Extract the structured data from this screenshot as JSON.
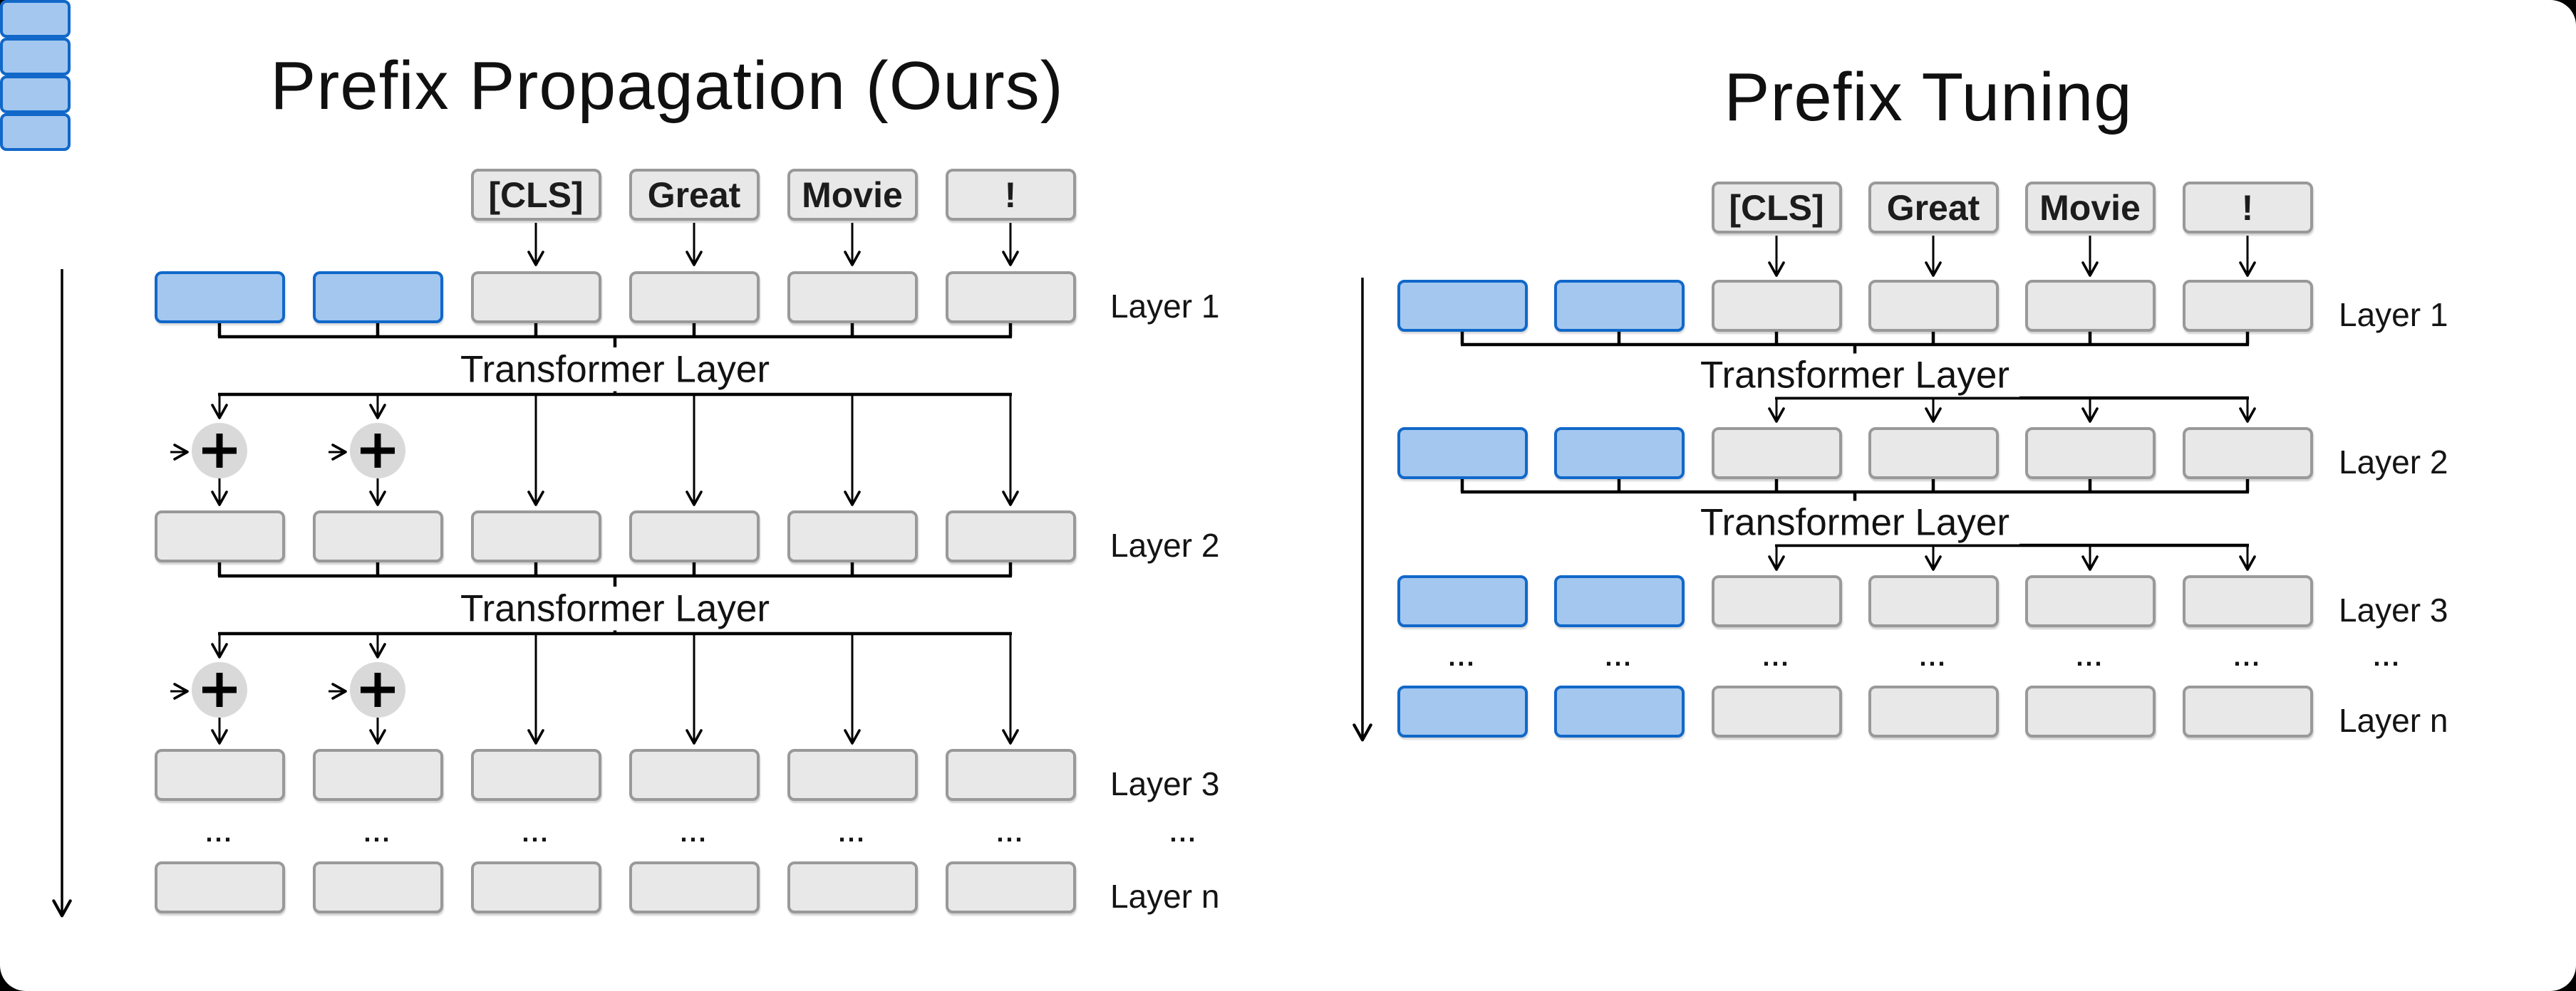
{
  "left_panel": {
    "title": "Prefix Propagation (Ours)",
    "tokens": [
      "[CLS]",
      "Great",
      "Movie",
      "!"
    ],
    "transformer_label": "Transformer Layer",
    "ellipsis": "...",
    "plus_symbol": "+",
    "num_prefix_slots": 2,
    "layers": [
      {
        "label": "Layer 1",
        "prefix_highlighted": true
      },
      {
        "label": "Layer 2",
        "prefix_highlighted": false
      },
      {
        "label": "Layer 3",
        "prefix_highlighted": false
      },
      {
        "label": "Layer n",
        "prefix_highlighted": false
      }
    ]
  },
  "right_panel": {
    "title": "Prefix Tuning",
    "tokens": [
      "[CLS]",
      "Great",
      "Movie",
      "!"
    ],
    "transformer_label": "Transformer Layer",
    "ellipsis": "...",
    "num_prefix_slots": 2,
    "layers": [
      {
        "label": "Layer 1",
        "prefix_highlighted": true
      },
      {
        "label": "Layer 2",
        "prefix_highlighted": true
      },
      {
        "label": "Layer 3",
        "prefix_highlighted": true
      },
      {
        "label": "Layer n",
        "prefix_highlighted": true
      }
    ]
  },
  "colors": {
    "prefix_fill": "#a4c7f0",
    "prefix_border": "#1168c9",
    "hidden_fill": "#e8e8e8",
    "hidden_border": "#999999",
    "plus_circle_fill": "#d9d9d9",
    "line": "#000000",
    "canvas": "#ffffff",
    "frame": "#000000"
  }
}
